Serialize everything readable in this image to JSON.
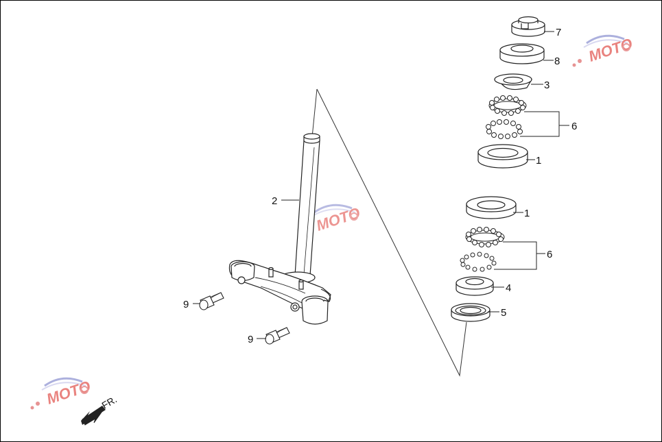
{
  "diagram": {
    "callouts": [
      {
        "id": "c7",
        "text": "7"
      },
      {
        "id": "c8",
        "text": "8"
      },
      {
        "id": "c3",
        "text": "3"
      },
      {
        "id": "c6a",
        "text": "6"
      },
      {
        "id": "c1a",
        "text": "1"
      },
      {
        "id": "c1b",
        "text": "1"
      },
      {
        "id": "c6b",
        "text": "6"
      },
      {
        "id": "c4",
        "text": "4"
      },
      {
        "id": "c5",
        "text": "5"
      },
      {
        "id": "c2",
        "text": "2"
      },
      {
        "id": "c9a",
        "text": "9"
      },
      {
        "id": "c9b",
        "text": "9"
      }
    ],
    "direction_label": "FR.",
    "watermark_text": "MOTO",
    "colors": {
      "line": "#222222",
      "watermark_red": "#e0504a",
      "watermark_blue": "#8a8fd0"
    }
  }
}
